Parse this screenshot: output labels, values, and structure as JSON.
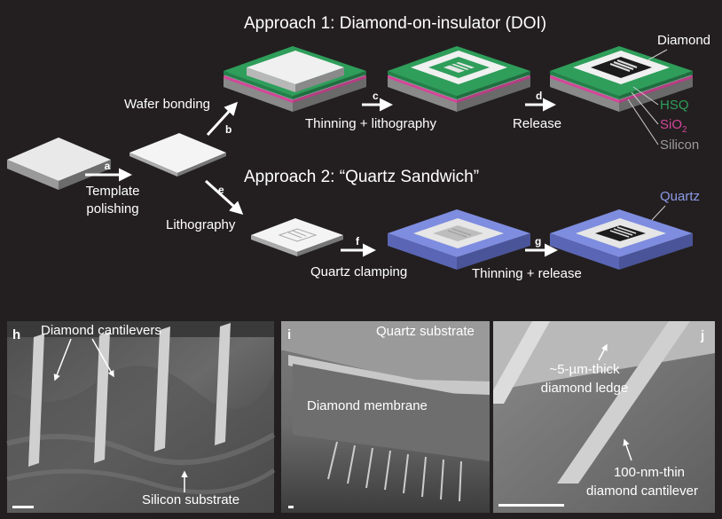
{
  "titles": {
    "approach1": "Approach 1: Diamond-on-insulator (DOI)",
    "approach2": "Approach 2: “Quartz Sandwich”"
  },
  "steps": {
    "a": {
      "letter": "a",
      "label_line1": "Template",
      "label_line2": "polishing"
    },
    "b": {
      "letter": "b",
      "label": "Wafer bonding"
    },
    "c": {
      "letter": "c",
      "label": "Thinning + lithography"
    },
    "d": {
      "letter": "d",
      "label": "Release"
    },
    "e": {
      "letter": "e",
      "label": "Lithography"
    },
    "f": {
      "letter": "f",
      "label": "Quartz clamping"
    },
    "g": {
      "letter": "g",
      "label": "Thinning + release"
    }
  },
  "legend": {
    "diamond": "Diamond",
    "hsq": "HSQ",
    "sio2_base": "SiO",
    "sio2_sub": "2",
    "silicon": "Silicon",
    "quartz": "Quartz"
  },
  "colors": {
    "background": "#231f20",
    "hsq": "#2e9e5a",
    "sio2": "#d6459a",
    "silicon": "#8d8d8d",
    "quartz": "#7e8ddf",
    "diamond": "#f2f2f2"
  },
  "panels": {
    "h": {
      "letter": "h",
      "label_cantilevers": "Diamond cantilevers",
      "label_substrate": "Silicon substrate"
    },
    "i": {
      "letter": "i",
      "label_quartz": "Quartz substrate",
      "label_membrane": "Diamond membrane"
    },
    "j": {
      "letter": "j",
      "label_ledge_line1": "~5-µm-thick",
      "label_ledge_line2": "diamond ledge",
      "label_cant_line1": "100-nm-thin",
      "label_cant_line2": "diamond cantilever"
    }
  }
}
